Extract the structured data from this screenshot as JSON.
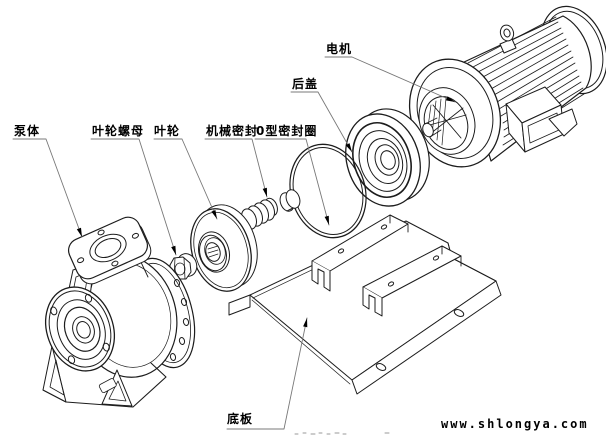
{
  "diagram": {
    "description": "exploded view of centrifugal pump assembly",
    "labels": {
      "pump_body": "泵体",
      "impeller_nut": "叶轮螺母",
      "impeller": "叶轮",
      "mechanical_seal": "机械密封",
      "o_ring": "0型密封圈",
      "rear_cover": "后盖",
      "motor": "电机",
      "base_plate": "底板"
    },
    "watermark": "www.shlongya.com",
    "colors": {
      "background": "#ffffff",
      "line": "#1c1c1c",
      "leader": "#787878",
      "arrow": "#000000"
    }
  }
}
